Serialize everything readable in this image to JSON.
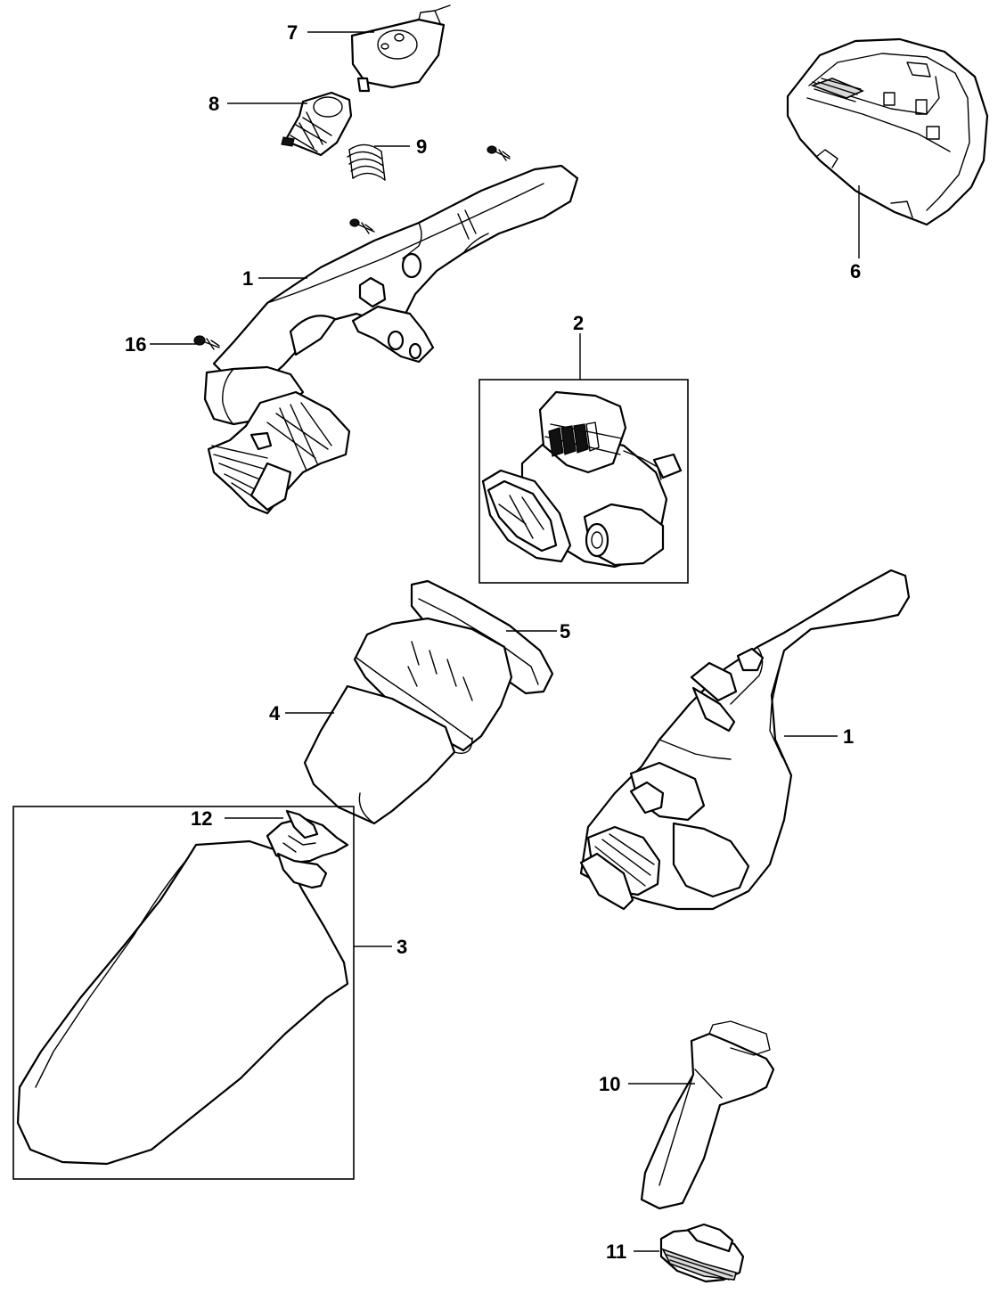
{
  "diagram": {
    "callouts": [
      {
        "id": "c7",
        "text": "7"
      },
      {
        "id": "c8",
        "text": "8"
      },
      {
        "id": "c9",
        "text": "9"
      },
      {
        "id": "c1a",
        "text": "1"
      },
      {
        "id": "c16",
        "text": "16"
      },
      {
        "id": "c6",
        "text": "6"
      },
      {
        "id": "c2",
        "text": "2"
      },
      {
        "id": "c5",
        "text": "5"
      },
      {
        "id": "c4",
        "text": "4"
      },
      {
        "id": "c1b",
        "text": "1"
      },
      {
        "id": "c12",
        "text": "12"
      },
      {
        "id": "c3",
        "text": "3"
      },
      {
        "id": "c10",
        "text": "10"
      },
      {
        "id": "c11",
        "text": "11"
      }
    ]
  }
}
